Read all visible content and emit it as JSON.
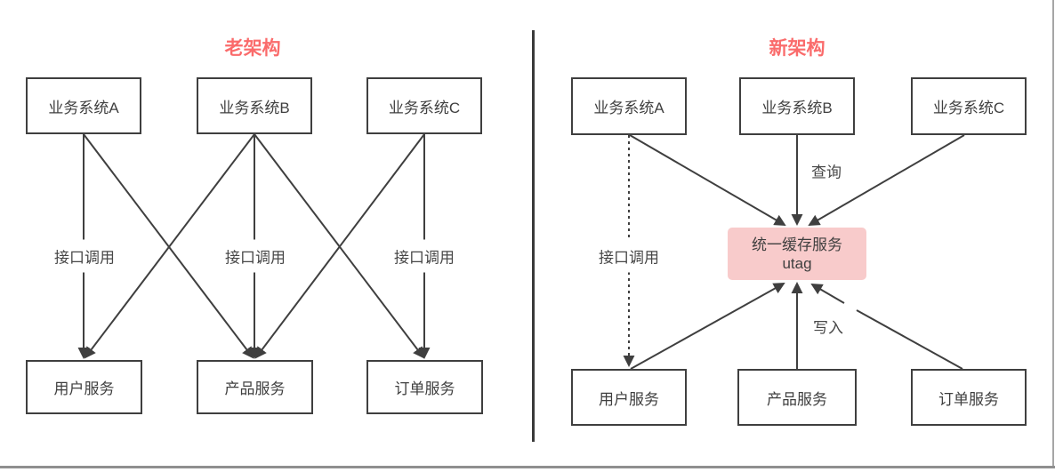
{
  "diagram": {
    "left": {
      "title": "老架构",
      "top_nodes": [
        "业务系统A",
        "业务系统B",
        "业务系统C"
      ],
      "bottom_nodes": [
        "用户服务",
        "产品服务",
        "订单服务"
      ],
      "edge_labels": [
        "接口调用",
        "接口调用",
        "接口调用"
      ],
      "edges": [
        {
          "from": "业务系统A",
          "to": "用户服务",
          "label": "接口调用",
          "style": "solid"
        },
        {
          "from": "业务系统A",
          "to": "产品服务",
          "style": "solid"
        },
        {
          "from": "业务系统B",
          "to": "用户服务",
          "style": "solid"
        },
        {
          "from": "业务系统B",
          "to": "产品服务",
          "label": "接口调用",
          "style": "solid"
        },
        {
          "from": "业务系统B",
          "to": "订单服务",
          "style": "solid"
        },
        {
          "from": "业务系统C",
          "to": "产品服务",
          "style": "solid"
        },
        {
          "from": "业务系统C",
          "to": "订单服务",
          "label": "接口调用",
          "style": "solid"
        }
      ]
    },
    "right": {
      "title": "新架构",
      "top_nodes": [
        "业务系统A",
        "业务系统B",
        "业务系统C"
      ],
      "center_node": {
        "line1": "统一缓存服务",
        "line2": "utag"
      },
      "bottom_nodes": [
        "用户服务",
        "产品服务",
        "订单服务"
      ],
      "labels": {
        "query": "查询",
        "write": "写入",
        "interface_call": "接口调用"
      },
      "edges": [
        {
          "from": "业务系统A",
          "to": "用户服务",
          "label": "接口调用",
          "style": "dotted"
        },
        {
          "from": "业务系统A",
          "to": "统一缓存服务 utag",
          "style": "solid"
        },
        {
          "from": "业务系统B",
          "to": "统一缓存服务 utag",
          "label": "查询",
          "style": "solid"
        },
        {
          "from": "业务系统C",
          "to": "统一缓存服务 utag",
          "style": "solid"
        },
        {
          "from": "用户服务",
          "to": "统一缓存服务 utag",
          "style": "solid"
        },
        {
          "from": "产品服务",
          "to": "统一缓存服务 utag",
          "label": "写入",
          "style": "solid"
        },
        {
          "from": "订单服务",
          "to": "统一缓存服务 utag",
          "style": "solid"
        }
      ]
    },
    "colors": {
      "accent_red": "#fa6b6b",
      "node_border": "#3f3f3f",
      "cache_fill": "#f8cbcb",
      "line": "#3f3f3f"
    }
  }
}
